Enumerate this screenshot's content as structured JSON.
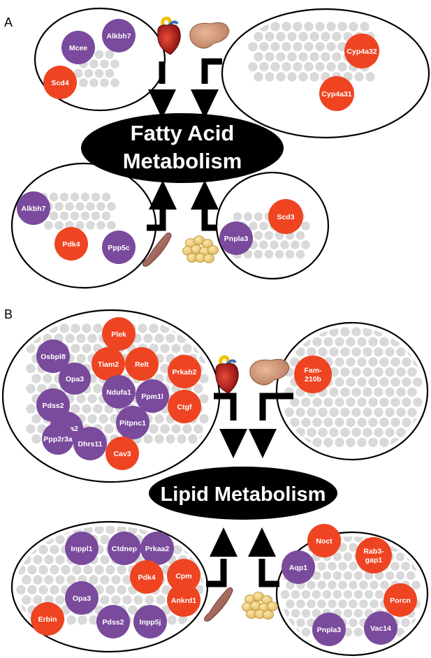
{
  "panels": [
    {
      "letter": "A",
      "center_label": [
        "Fatty Acid",
        "Metabolism"
      ],
      "clusters": [
        {
          "tissue": "heart",
          "genes": [
            {
              "name": "Mcee",
              "color": "purple"
            },
            {
              "name": "Alkbh7",
              "color": "purple"
            },
            {
              "name": "Scd4",
              "color": "red"
            }
          ]
        },
        {
          "tissue": "liver",
          "genes": [
            {
              "name": "Cyp4a32",
              "color": "red"
            },
            {
              "name": "Cyp4a31",
              "color": "red"
            }
          ]
        },
        {
          "tissue": "muscle",
          "genes": [
            {
              "name": "Alkbh7",
              "color": "purple"
            },
            {
              "name": "Pdk4",
              "color": "red"
            },
            {
              "name": "Ppp5c",
              "color": "purple"
            }
          ]
        },
        {
          "tissue": "adipose",
          "genes": [
            {
              "name": "Scd3",
              "color": "red"
            },
            {
              "name": "Pnpla3",
              "color": "purple"
            }
          ]
        }
      ]
    },
    {
      "letter": "B",
      "center_label": [
        "Lipid Metabolism"
      ],
      "clusters": [
        {
          "tissue": "heart",
          "genes": [
            {
              "name": "Plek",
              "color": "red"
            },
            {
              "name": "Osbpl8",
              "color": "purple"
            },
            {
              "name": "Tiam2",
              "color": "red"
            },
            {
              "name": "Relt",
              "color": "red"
            },
            {
              "name": "Prkab2",
              "color": "red"
            },
            {
              "name": "Opa3",
              "color": "purple"
            },
            {
              "name": "Pdss2",
              "color": "purple"
            },
            {
              "name": "Ndufa1",
              "color": "purple"
            },
            {
              "name": "Ppm1l",
              "color": "purple"
            },
            {
              "name": "Eef1a2",
              "color": "purple"
            },
            {
              "name": "Ctgf",
              "color": "red"
            },
            {
              "name": "Pitpnc1",
              "color": "purple"
            },
            {
              "name": "Ppp2r3a",
              "color": "purple"
            },
            {
              "name": "Dhrs11",
              "color": "purple"
            },
            {
              "name": "Cav3",
              "color": "red"
            }
          ]
        },
        {
          "tissue": "liver",
          "genes": [
            {
              "name": "Fam-\n210b",
              "color": "red"
            }
          ]
        },
        {
          "tissue": "muscle",
          "genes": [
            {
              "name": "Inppl1",
              "color": "purple"
            },
            {
              "name": "Ctdnep",
              "color": "purple"
            },
            {
              "name": "Prkaa2",
              "color": "purple"
            },
            {
              "name": "Cpm",
              "color": "red"
            },
            {
              "name": "Pdk4",
              "color": "red"
            },
            {
              "name": "Ankrd1",
              "color": "red"
            },
            {
              "name": "Opa3",
              "color": "purple"
            },
            {
              "name": "Erbin",
              "color": "red"
            },
            {
              "name": "Pdss2",
              "color": "purple"
            },
            {
              "name": "Inpp5j",
              "color": "purple"
            }
          ]
        },
        {
          "tissue": "adipose",
          "genes": [
            {
              "name": "Noct",
              "color": "red"
            },
            {
              "name": "Rab3-\ngap1",
              "color": "red"
            },
            {
              "name": "Aqp1",
              "color": "purple"
            },
            {
              "name": "Porcn",
              "color": "red"
            },
            {
              "name": "Pnpla3",
              "color": "purple"
            },
            {
              "name": "Vac14",
              "color": "purple"
            }
          ]
        }
      ]
    }
  ],
  "colors": {
    "purple": "#7a4a9c",
    "red": "#ee4422",
    "gray": "#d9d9d9",
    "center": "#000000"
  },
  "icons": [
    "heart-icon",
    "liver-icon",
    "muscle-icon",
    "adipose-icon"
  ]
}
